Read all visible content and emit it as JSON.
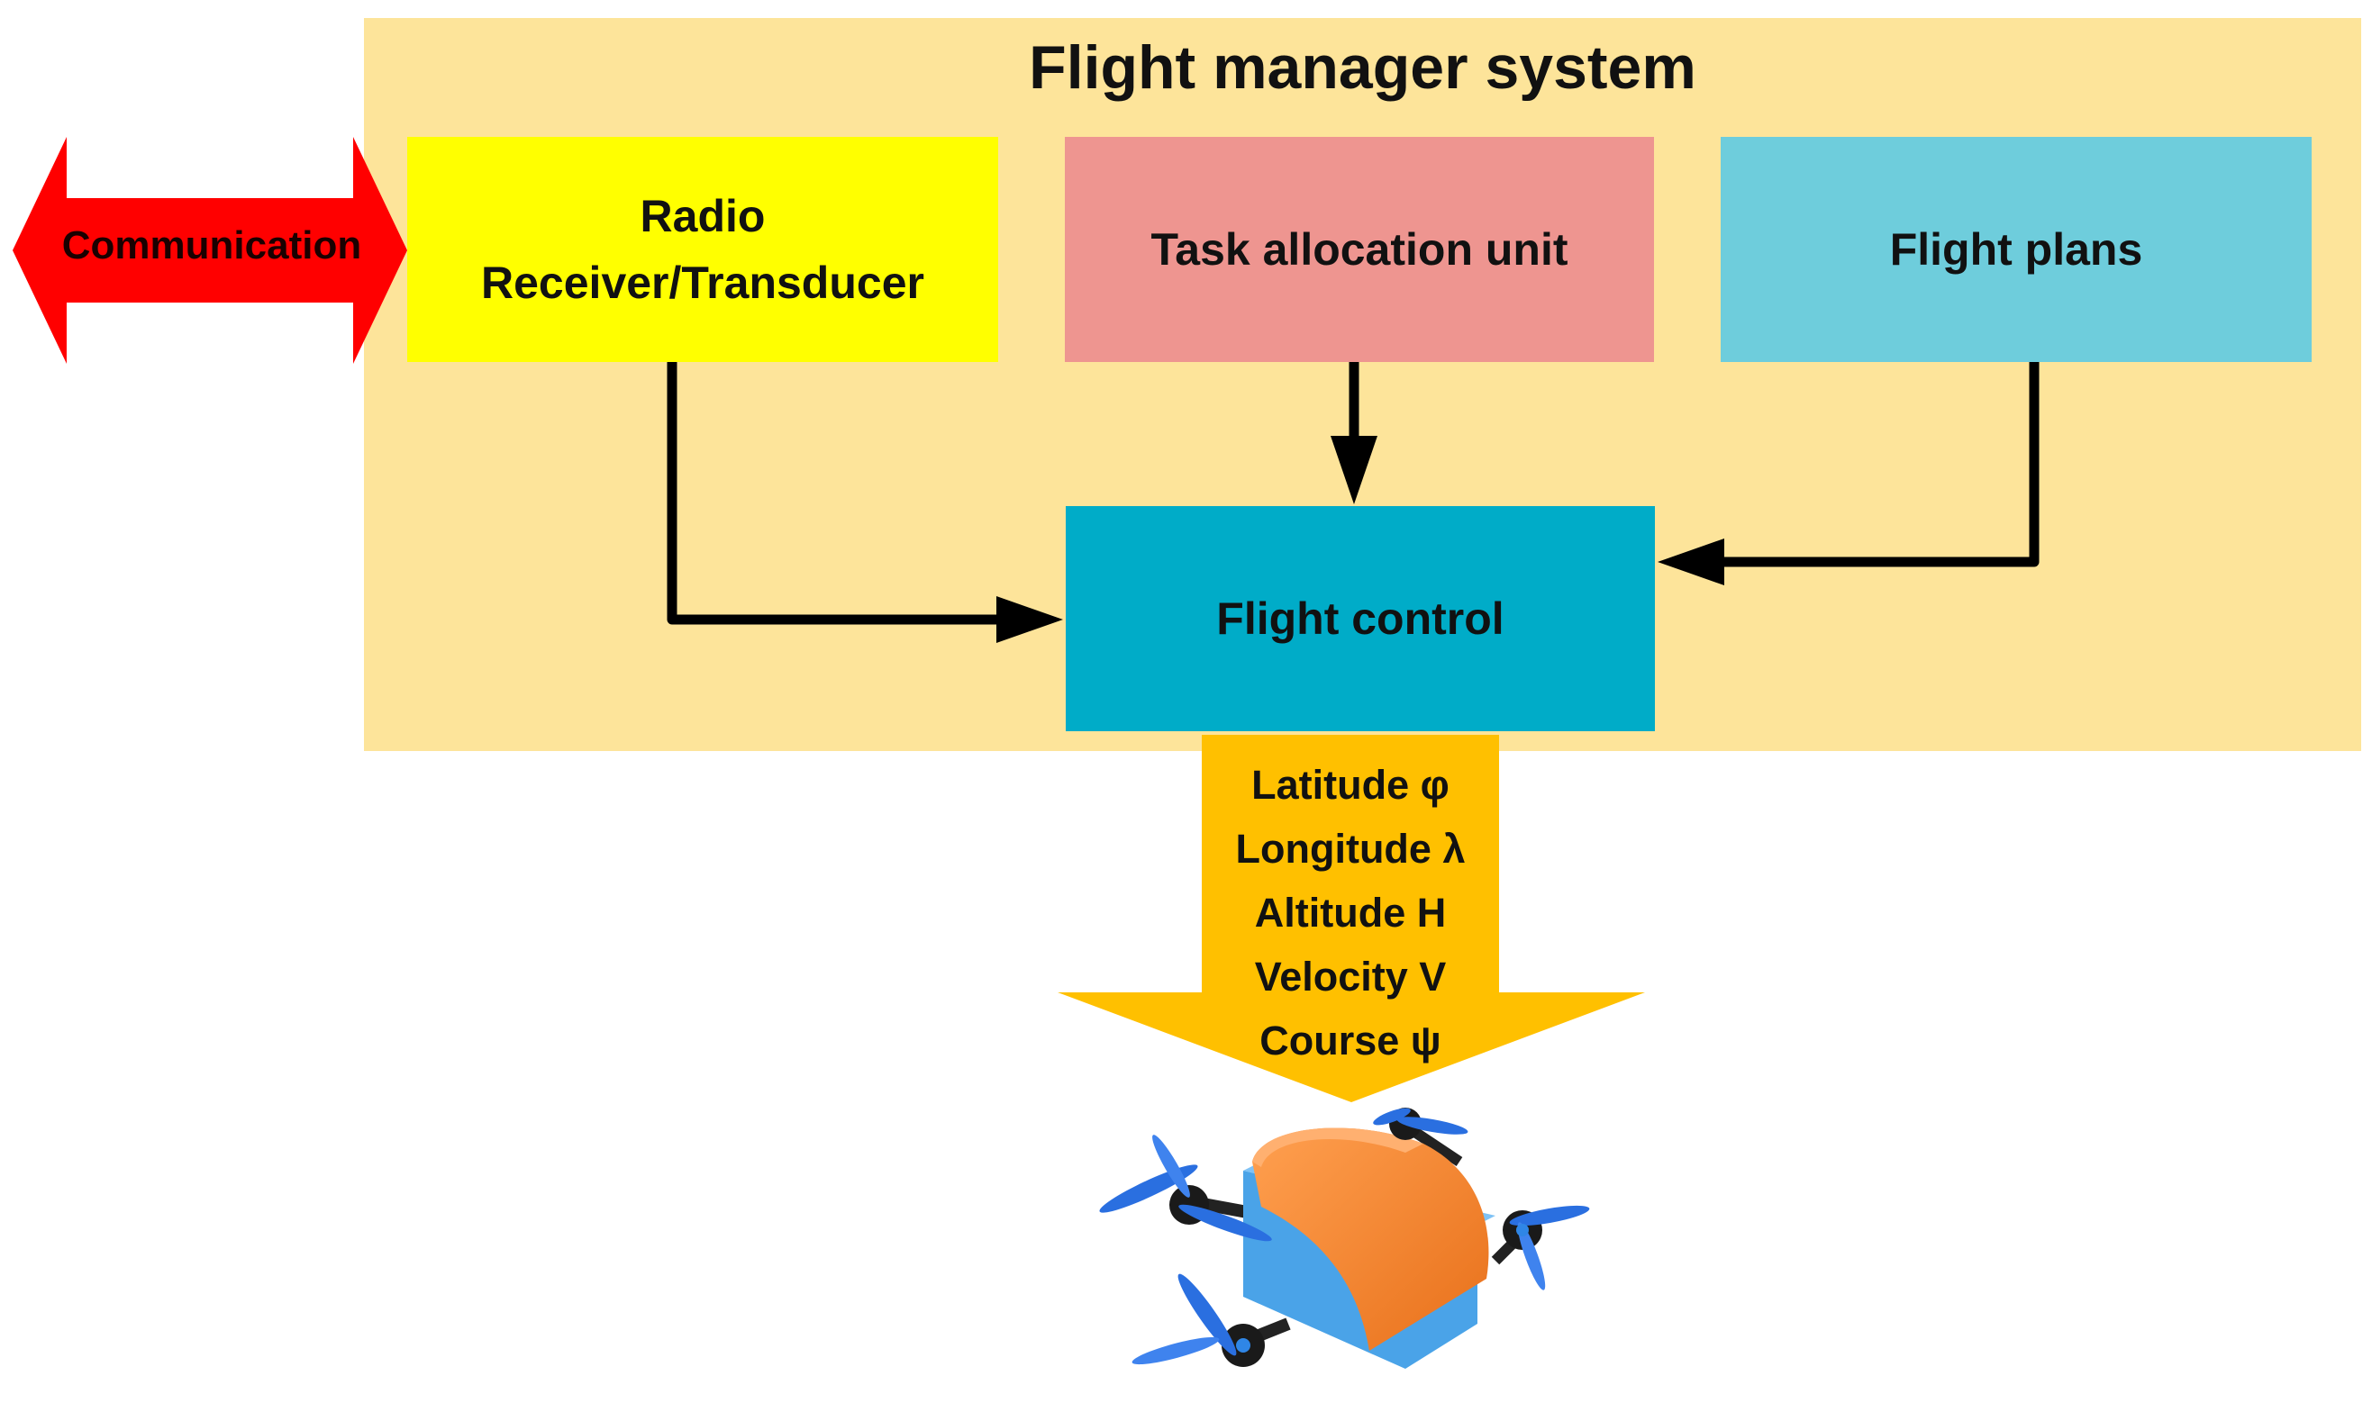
{
  "title": "Flight manager system",
  "communication": {
    "label": "Communication",
    "color": "#ff0000"
  },
  "blocks": {
    "radio": {
      "line1": "Radio",
      "line2": "Receiver/Transducer",
      "color": "#ffff00"
    },
    "task": {
      "label": "Task allocation unit",
      "color": "#ee9590"
    },
    "plans": {
      "label": "Flight plans",
      "color": "#6ecddc"
    },
    "control": {
      "label": "Flight control",
      "color": "#00acc8"
    }
  },
  "outputs": [
    "Latitude φ",
    "Longitude λ",
    "Altitude H",
    "Velocity V",
    "Course ψ"
  ],
  "output_arrow_color": "#ffc000",
  "panel_color": "#fde49a",
  "drone": {
    "description_icon": "quadcopter-drone-icon",
    "body_color": "#ff8a2a",
    "prop_color": "#2a6fe0"
  }
}
